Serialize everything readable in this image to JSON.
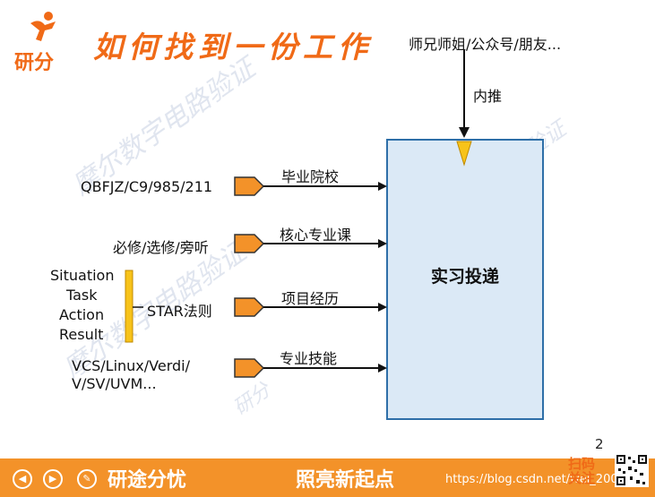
{
  "logo": {
    "text": "研分"
  },
  "title": "如何找到一份工作",
  "top_source": "师兄师姐/公众号/朋友...",
  "referral_label": "内推",
  "center_box": "实习投递",
  "inputs": [
    {
      "left_text": "QBFJZ/C9/985/211",
      "arrow_label": "毕业院校"
    },
    {
      "left_text": "必修/选修/旁听",
      "arrow_label": "核心专业课"
    },
    {
      "left_text": "STAR法则",
      "arrow_label": "项目经历"
    },
    {
      "left_text": "VCS/Linux/Verdi/",
      "left_text_2": "V/SV/UVM...",
      "arrow_label": "专业技能"
    }
  ],
  "star_items": [
    "Situation",
    "Task",
    "Action",
    "Result"
  ],
  "watermarks": [
    "摩尔数字电路验证",
    "研分"
  ],
  "page_number": "2",
  "bottom_bar": {
    "left_text": "研途分忧",
    "center_text": "照亮新起点",
    "url": "https://blog.csdn.net/wei_2000",
    "scan_text": "扫码关注"
  },
  "colors": {
    "accent": "#f39229",
    "title": "#f06a17",
    "box_fill": "#dbe9f6",
    "box_border": "#2e6fa8"
  }
}
